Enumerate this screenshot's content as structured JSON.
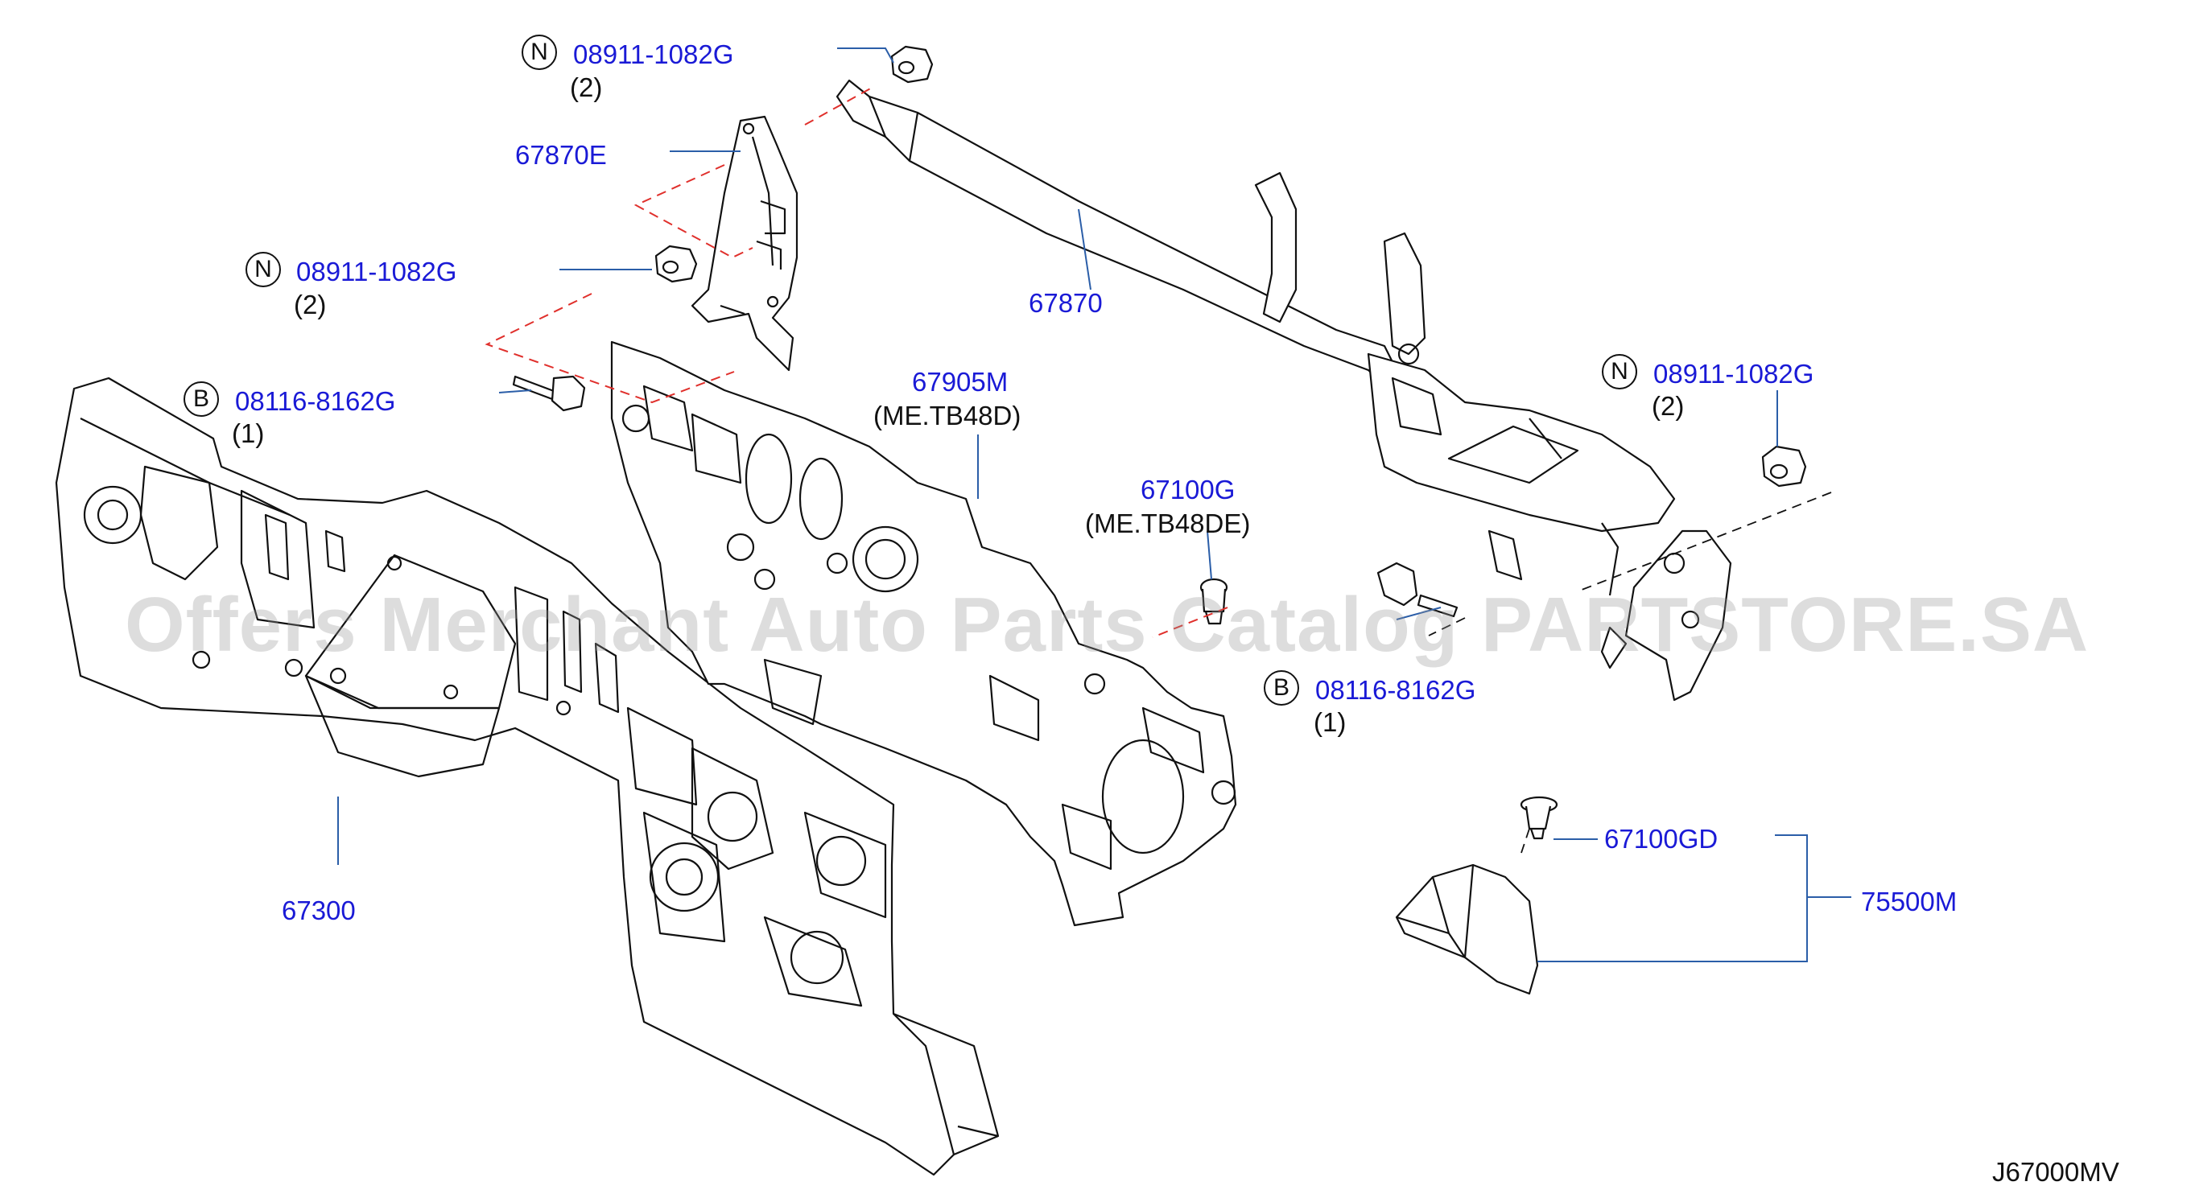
{
  "watermark": "Offers Merchant Auto Parts Catalog PARTSTORE.SA",
  "diagram_code": "J67000MV",
  "callouts": [
    {
      "symbol": "N",
      "part": "08911-1082G",
      "qty": "(2)"
    },
    {
      "symbol": "",
      "part": "67870E",
      "qty": ""
    },
    {
      "symbol": "N",
      "part": "08911-1082G",
      "qty": "(2)"
    },
    {
      "symbol": "",
      "part": "67870",
      "qty": ""
    },
    {
      "symbol": "B",
      "part": "08116-8162G",
      "qty": "(1)"
    },
    {
      "symbol": "",
      "part": "67905M",
      "qty": "(ME.TB48D)"
    },
    {
      "symbol": "N",
      "part": "08911-1082G",
      "qty": "(2)"
    },
    {
      "symbol": "",
      "part": "67100G",
      "qty": "(ME.TB48DE)"
    },
    {
      "symbol": "B",
      "part": "08116-8162G",
      "qty": "(1)"
    },
    {
      "symbol": "",
      "part": "67300",
      "qty": ""
    },
    {
      "symbol": "",
      "part": "67100GD",
      "qty": ""
    },
    {
      "symbol": "",
      "part": "75500M",
      "qty": ""
    }
  ]
}
